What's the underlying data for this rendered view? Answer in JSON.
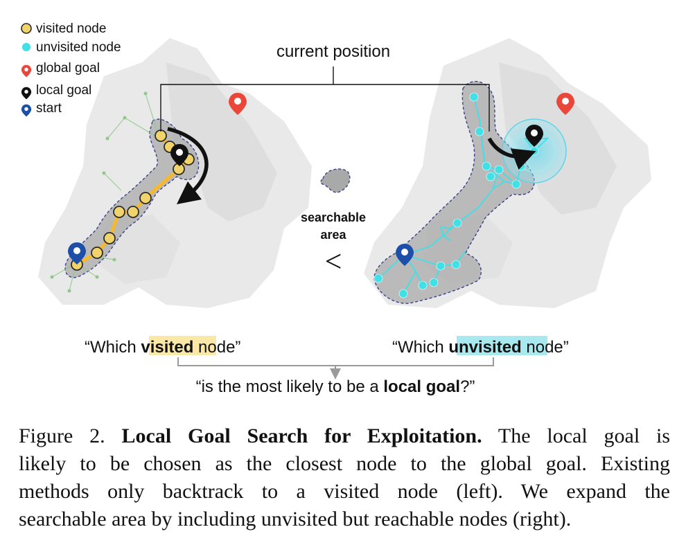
{
  "legend": {
    "visited": "visited node",
    "unvisited": "unvisited node",
    "global_goal": "global goal",
    "local_goal": "local goal",
    "start": "start"
  },
  "labels": {
    "current_position": "current position",
    "searchable_area_1": "searchable",
    "searchable_area_2": "area",
    "less_than": "<",
    "left_question_pre": "“Which ",
    "left_question_key": "visited",
    "left_question_post": " node”",
    "right_question_pre": "“Which ",
    "right_question_key": "unvisited",
    "right_question_post": " node”",
    "bottom_pre": "“is the most likely to be a ",
    "bottom_key": "local goal",
    "bottom_post": "?”"
  },
  "caption": {
    "figure_label": "Figure 2.",
    "title": "Local Goal Search for Exploitation.",
    "line1_rest": "The local goal is",
    "line2": "likely to be chosen as the closest node to the global goal. Existing",
    "line3": "methods only backtrack to a visited node (left).  We expand the",
    "line4": "searchable area by including unvisited but reachable nodes (right)."
  },
  "colors": {
    "visited": "#f1d36c",
    "visited_edge": "#f5b82e",
    "unvisited": "#3fe0e6",
    "global_goal": "#e8473a",
    "start": "#1d4fa8",
    "local_goal": "#111111",
    "highlight_visited": "#fbe7a6",
    "highlight_unvisited": "#a7e9ee"
  }
}
